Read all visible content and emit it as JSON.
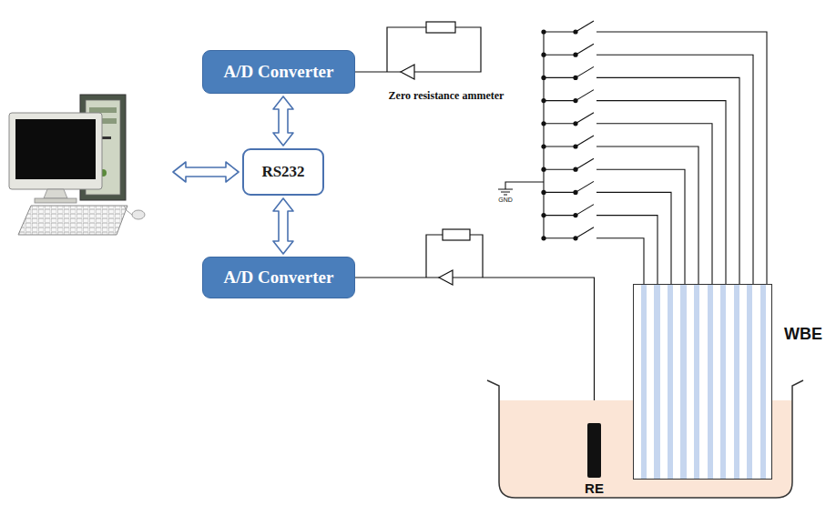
{
  "diagram": {
    "nodes": [
      {
        "text": [
          "A/D Converter"
        ]
      },
      {
        "text": [
          "RS232"
        ]
      },
      {
        "text": [
          "A/D Converter"
        ]
      },
      {
        "text": [
          "WBE"
        ]
      },
      {
        "text": [
          "RE"
        ]
      }
    ],
    "edges": [
      {
        "from": 0,
        "to": 1,
        "arrow": "both"
      },
      {
        "from": 1,
        "to": 2,
        "arrow": "both"
      },
      {
        "from": 2,
        "to": 4,
        "arrow": "none"
      }
    ],
    "labels": [
      "Zero resistance ammeter",
      "GND"
    ]
  }
}
